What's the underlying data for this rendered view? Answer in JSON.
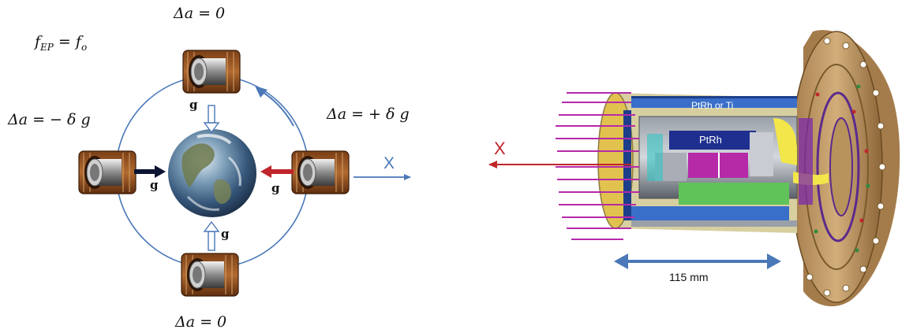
{
  "left_diagram": {
    "f_label": "f_EP = f_o",
    "f_label_main": "f",
    "f_label_sub": "EP",
    "f_label_eq": " = ",
    "f_label_rhs": "f",
    "f_label_rhs_sub": "o",
    "delta_top": "Δa = 0",
    "delta_bottom": "Δa = 0",
    "delta_left": "Δa = − δ g",
    "delta_right": "Δa = + δ g",
    "g_top": "g",
    "g_left": "g",
    "g_right": "g",
    "g_bottom": "g",
    "x_axis": "X"
  },
  "right_diagram": {
    "x_axis": "X",
    "label_outer": "PtRh or Ti",
    "label_inner": "PtRh",
    "dimension": "115 mm"
  },
  "colors": {
    "orbit": "#4a78b8",
    "x_axis_left": "#4a78b8",
    "x_axis_right": "#c0262c",
    "arrow_dark": "#0d1433",
    "arrow_red": "#c0262c",
    "flange": "#c8a26e",
    "dimension_arrow": "#4a78b8"
  }
}
